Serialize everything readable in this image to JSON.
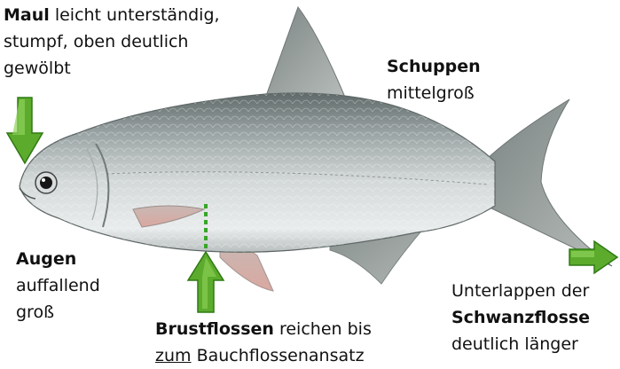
{
  "labels": {
    "maul": {
      "bold": "Maul",
      "rest": " leicht unterständig,",
      "line2": "stumpf, oben deutlich",
      "line3": "gewölbt"
    },
    "schuppen": {
      "bold": "Schuppen",
      "line2": "mittelgroß"
    },
    "augen": {
      "bold": "Augen",
      "line2": "auffallend",
      "line3": "groß"
    },
    "brustflossen": {
      "bold": "Brustflossen",
      "rest": " reichen bis",
      "underlined": "zum",
      "line2_rest": " Bauchflossenansatz"
    },
    "schwanzflosse": {
      "line1": "Unterlappen der",
      "bold": "Schwanzflosse",
      "line3": "deutlich länger"
    }
  },
  "colors": {
    "arrow_green": "#5cab2c",
    "arrow_dark": "#2f7a14",
    "dotted_line": "#3aa52a",
    "fish_body": "#c9cfd0",
    "fish_back": "#6f7a78"
  },
  "icons": [
    "down-arrow-icon",
    "up-arrow-icon",
    "right-arrow-icon"
  ]
}
